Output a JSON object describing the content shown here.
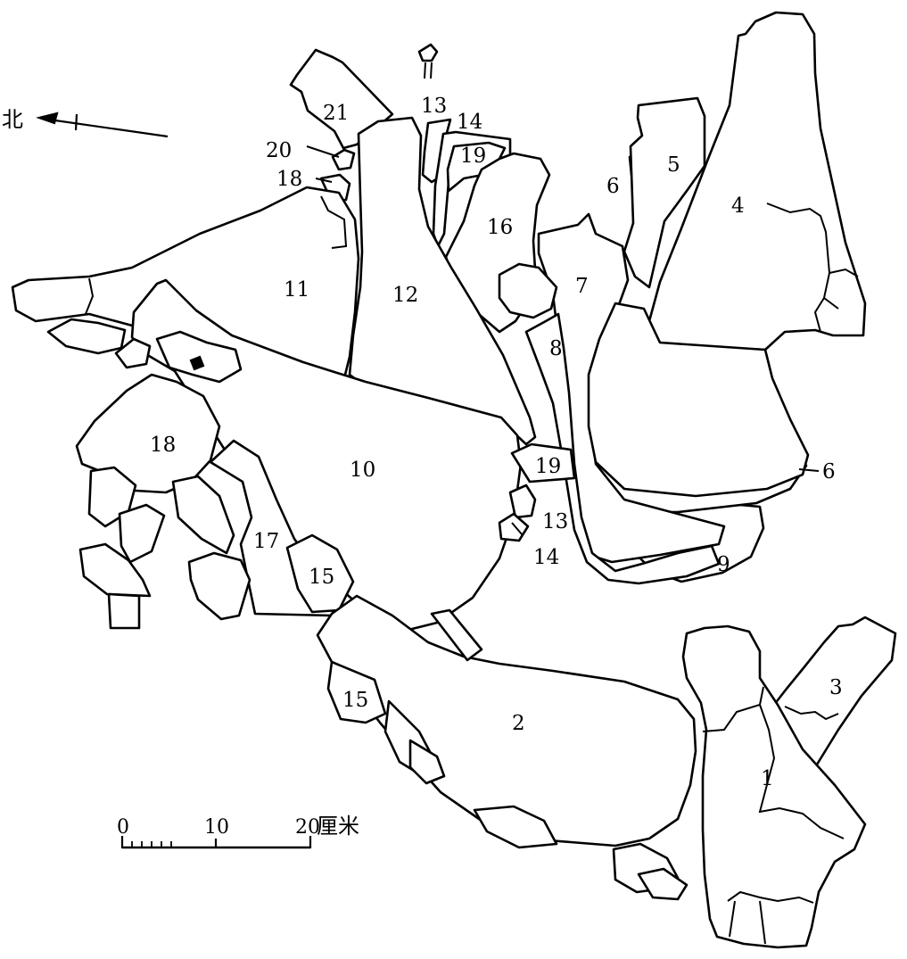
{
  "north_label": "北",
  "scale": {
    "ticks": [
      "0",
      "10",
      "20"
    ],
    "unit": "厘米"
  },
  "bones": [
    {
      "id": "1",
      "label": "1"
    },
    {
      "id": "2",
      "label": "2"
    },
    {
      "id": "3",
      "label": "3"
    },
    {
      "id": "4",
      "label": "4"
    },
    {
      "id": "5",
      "label": "5"
    },
    {
      "id": "6a",
      "label": "6"
    },
    {
      "id": "6b",
      "label": "6"
    },
    {
      "id": "7",
      "label": "7"
    },
    {
      "id": "8",
      "label": "8"
    },
    {
      "id": "9",
      "label": "9"
    },
    {
      "id": "10",
      "label": "10"
    },
    {
      "id": "11",
      "label": "11"
    },
    {
      "id": "12",
      "label": "12"
    },
    {
      "id": "13a",
      "label": "13"
    },
    {
      "id": "13b",
      "label": "13"
    },
    {
      "id": "14a",
      "label": "14"
    },
    {
      "id": "14b",
      "label": "14"
    },
    {
      "id": "15a",
      "label": "15"
    },
    {
      "id": "15b",
      "label": "15"
    },
    {
      "id": "16",
      "label": "16"
    },
    {
      "id": "17",
      "label": "17"
    },
    {
      "id": "18a",
      "label": "18"
    },
    {
      "id": "18b",
      "label": "18"
    },
    {
      "id": "19a",
      "label": "19"
    },
    {
      "id": "19b",
      "label": "19"
    },
    {
      "id": "20",
      "label": "20"
    },
    {
      "id": "21",
      "label": "21"
    }
  ]
}
